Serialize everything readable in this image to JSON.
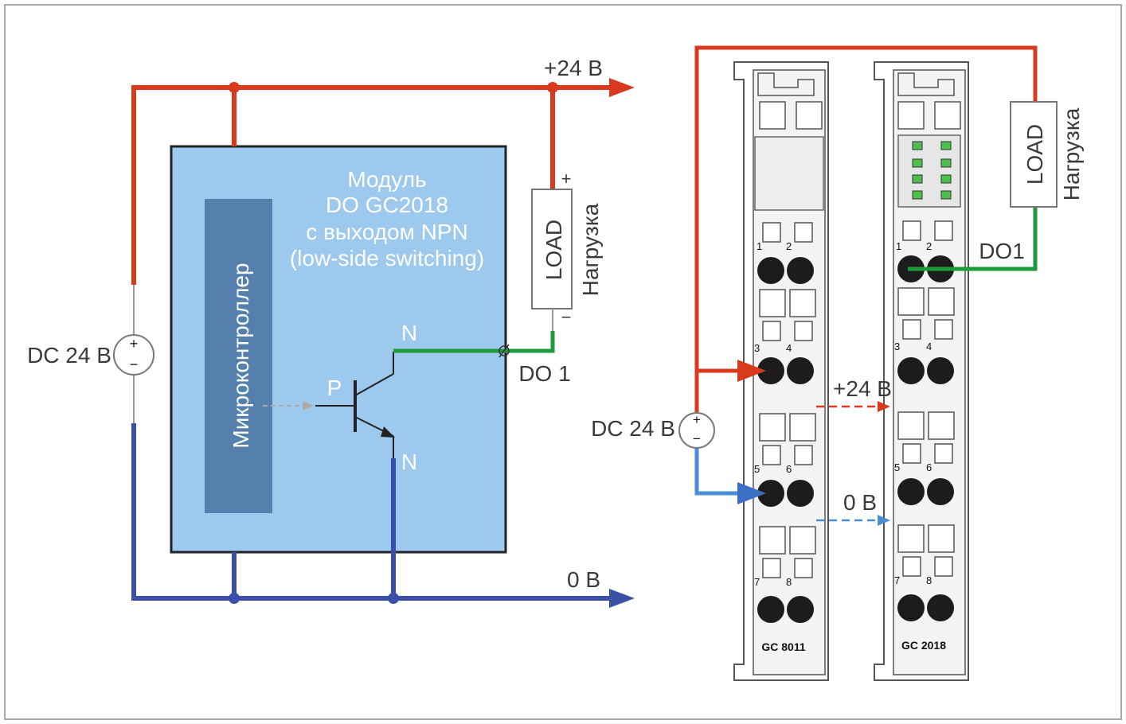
{
  "left": {
    "supply_top_label": "+24 В",
    "supply_bottom_label": "0 В",
    "source_label": "DC 24 В",
    "source_plus": "+",
    "source_minus": "−",
    "module_title_lines": [
      "Модуль",
      "DO GC2018",
      "с выходом NPN",
      "(low-side switching)"
    ],
    "mcu_label": "Микроконтроллер",
    "transistor_base": "P",
    "transistor_collector": "N",
    "transistor_emitter": "N",
    "output_label": "DO 1",
    "load_label": "LOAD",
    "load_caption": "Нагрузка",
    "load_plus": "+",
    "load_minus": "−"
  },
  "right": {
    "source_label": "DC 24 В",
    "source_plus": "+",
    "source_minus": "−",
    "bridge_plus_label": "+24 В",
    "bridge_zero_label": "0 В",
    "output_label": "DO1",
    "load_label": "LOAD",
    "load_caption": "Нагрузка",
    "modules": [
      {
        "name": "GC 8011",
        "terminals": [
          "1",
          "2",
          "3",
          "4",
          "5",
          "6",
          "7",
          "8"
        ]
      },
      {
        "name": "GC 2018",
        "terminals": [
          "1",
          "2",
          "3",
          "4",
          "5",
          "6",
          "7",
          "8"
        ]
      }
    ]
  },
  "colors": {
    "red": "#d93a1e",
    "blue": "#3b4fa8",
    "light_blue": "#4a8fd4",
    "green": "#1e9a3c",
    "module_fill": "#9ec9ee",
    "mcu_fill": "#5580ad",
    "frame": "#a9a9a9"
  }
}
